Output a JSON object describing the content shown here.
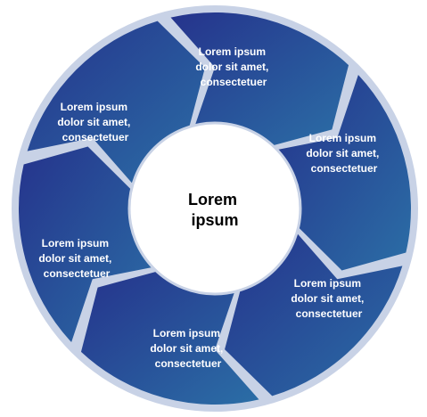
{
  "center": {
    "lines": [
      "Lorem",
      "ipsum"
    ]
  },
  "segments": [
    {
      "lines": [
        "Lorem ipsum",
        "dolor sit amet,",
        "consectetuer"
      ]
    },
    {
      "lines": [
        "Lorem ipsum",
        "dolor sit amet,",
        "consectetuer"
      ]
    },
    {
      "lines": [
        "Lorem ipsum",
        "dolor sit amet,",
        "consectetuer"
      ]
    },
    {
      "lines": [
        "Lorem ipsum",
        "dolor sit amet,",
        "consectetuer"
      ]
    },
    {
      "lines": [
        "Lorem ipsum",
        "dolor sit amet,",
        "consectetuer"
      ]
    },
    {
      "lines": [
        "Lorem ipsum",
        "dolor sit amet,",
        "consectetuer"
      ]
    }
  ],
  "colors": {
    "ring_outline": "#c8d2e6",
    "segment_start": "#25338c",
    "segment_end": "#2b6ea6",
    "center_fill": "#ffffff",
    "center_text": "#000000",
    "segment_text": "#ffffff"
  }
}
